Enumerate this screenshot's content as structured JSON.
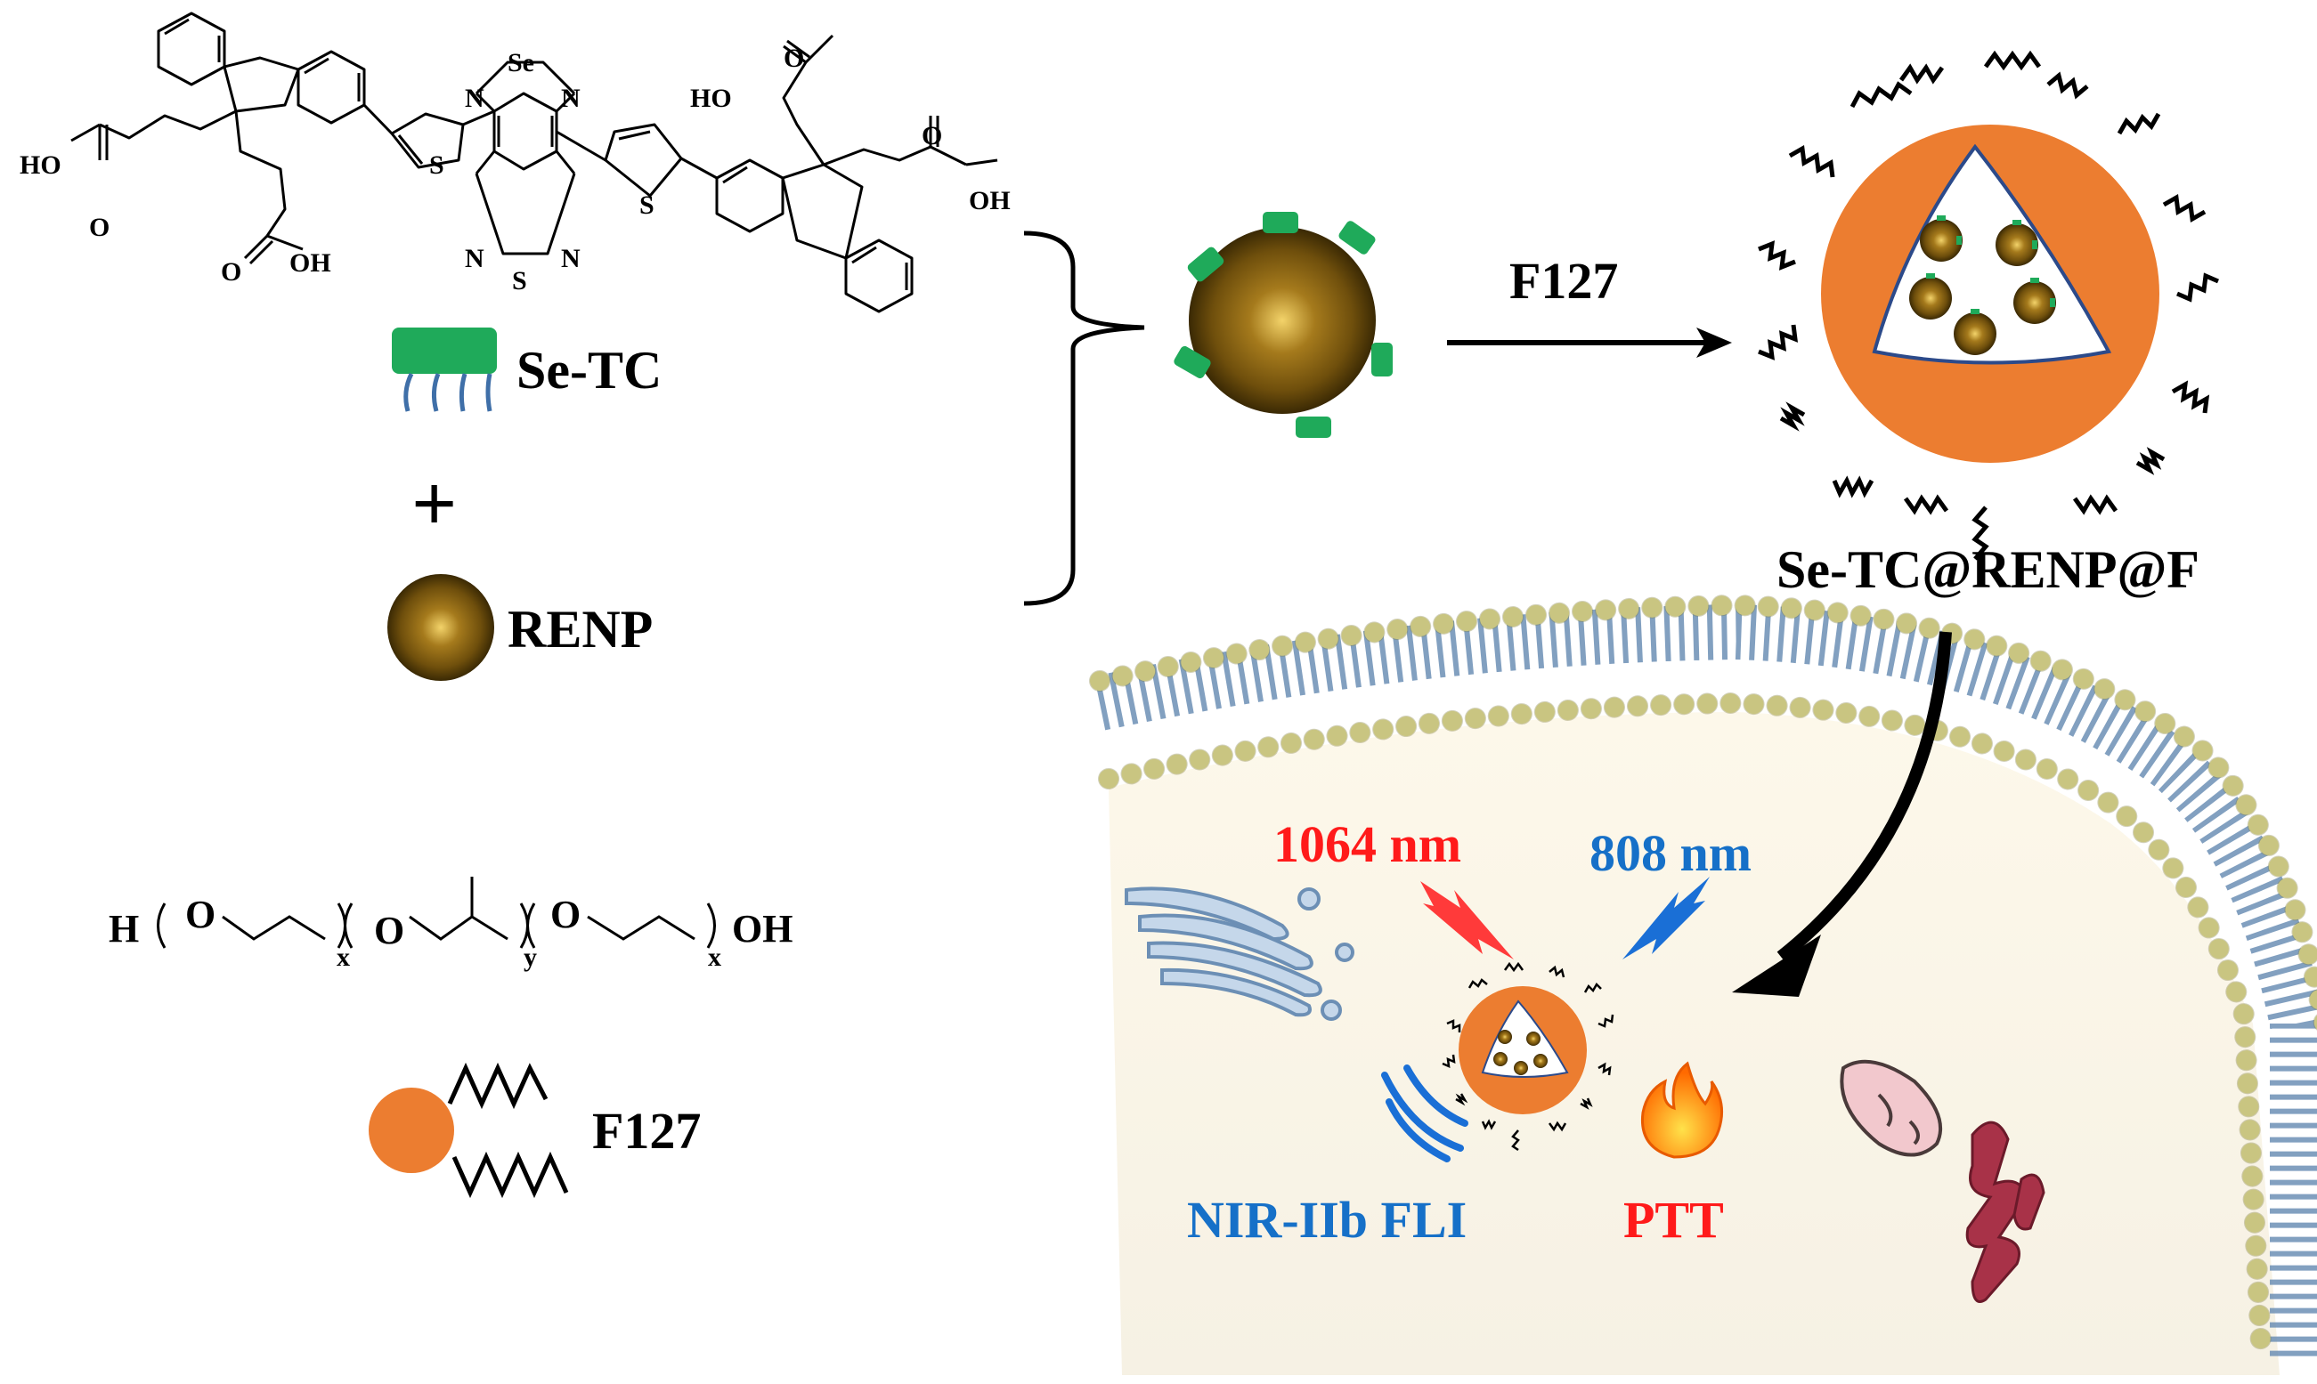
{
  "molecule_atoms": {
    "se": "Se",
    "n": "N",
    "s": "S",
    "ho": "HO",
    "oh": "OH",
    "o": "O",
    "h": "H"
  },
  "peo_subscripts": {
    "x": "x",
    "y": "y"
  },
  "labels": {
    "se_tc": "Se-TC",
    "plus": "+",
    "renp": "RENP",
    "f127_reagent": "F127",
    "f127_arrow": "F127",
    "product": "Se-TC@RENP@F",
    "wavelength_1064": "1064 nm",
    "wavelength_808": "808 nm",
    "imaging": "NIR-IIb FLI",
    "therapy": "PTT"
  },
  "colors": {
    "se_tc_block": "#1faa5a",
    "se_tc_legs": "#3f6fa8",
    "f127_core": "#ec7d30",
    "membrane_head": "#f2eda6",
    "membrane_tail": "#6c8fb5",
    "laser_1064": "#ff3a3a",
    "laser_808": "#1a6fd6",
    "nir_text": "#1670c8",
    "ptt_text": "#ff1a1a",
    "renp_gold": "#8a6514"
  }
}
